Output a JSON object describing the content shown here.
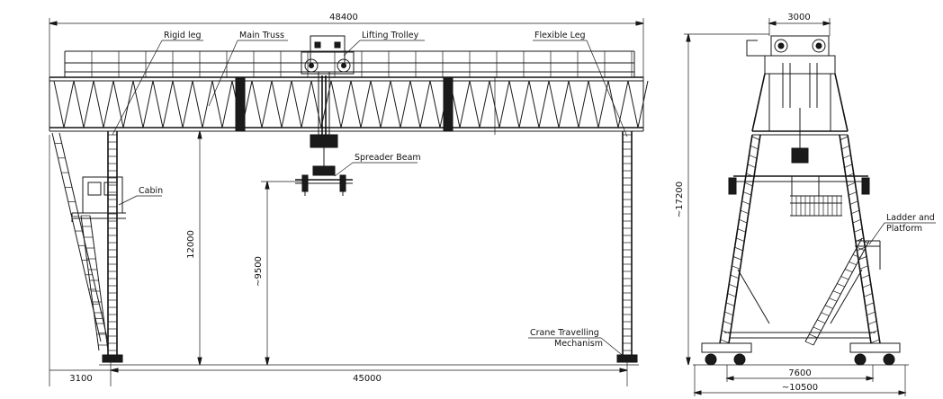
{
  "front_view": {
    "dim_total_span": "48400",
    "dim_rail_span": "45000",
    "dim_cantilever": "3100",
    "dim_lift_height": "12000",
    "dim_spreader_height": "~9500",
    "labels": {
      "rigid_leg": "Rigid leg",
      "main_truss": "Main Truss",
      "lifting_trolley": "Lifting Trolley",
      "flexible_leg": "Flexible Leg",
      "spreader_beam": "Spreader Beam",
      "cabin": "Cabin",
      "travelling_line1": "Crane Travelling",
      "travelling_line2": "Mechanism"
    }
  },
  "side_view": {
    "dim_top_width": "3000",
    "dim_total_height": "~17200",
    "dim_wheel_base": "7600",
    "dim_overall_width": "~10500",
    "labels": {
      "ladder_line1": "Ladder and",
      "ladder_line2": "Platform"
    }
  }
}
